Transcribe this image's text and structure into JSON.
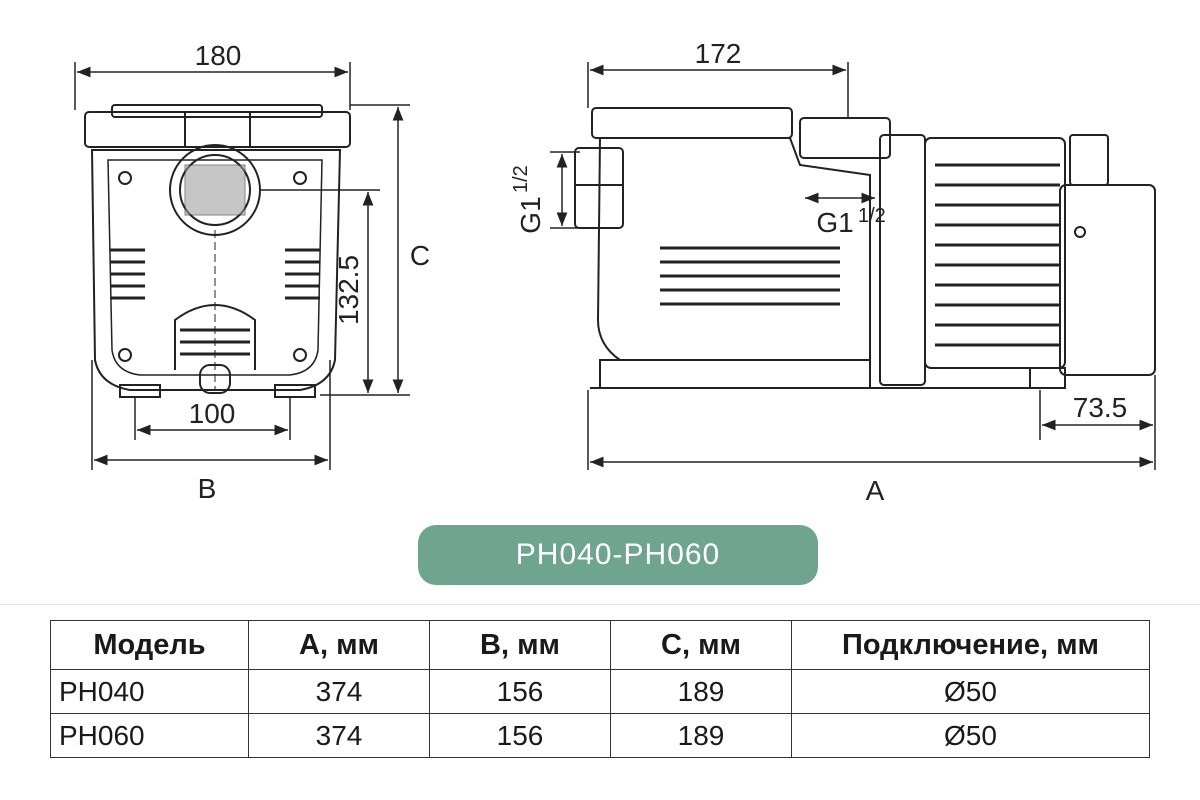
{
  "diagram": {
    "front_view": {
      "width_top": "180",
      "inlet_height": "132.5",
      "overall_height_label": "C",
      "base_width": "100",
      "overall_width_label": "B"
    },
    "side_view": {
      "body_length": "172",
      "outlet_thread": "G1",
      "inlet_thread": "G1",
      "motor_foot": "73.5",
      "overall_length_label": "A"
    }
  },
  "model_title": "PH040-PH060",
  "table": {
    "headers": [
      "Модель",
      "A, мм",
      "B, мм",
      "C, мм",
      "Подключение, мм"
    ],
    "rows": [
      [
        "PH040",
        "374",
        "156",
        "189",
        "Ø50"
      ],
      [
        "PH060",
        "374",
        "156",
        "189",
        "Ø50"
      ]
    ]
  },
  "colors": {
    "badge": "#6fa48f",
    "line": "#222222"
  }
}
